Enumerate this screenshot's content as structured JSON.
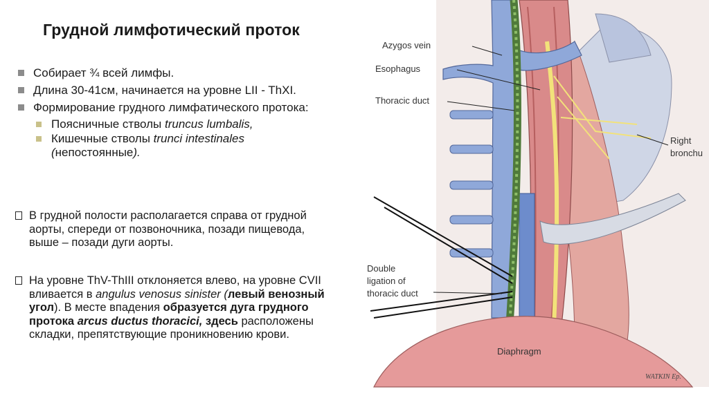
{
  "title": "Грудной лимфотический проток",
  "bullets": [
    "Собирает ¾ всей лимфы.",
    "Длина 30-41см, начинается на уровне LII - ThXI.",
    "Формирование грудного лимфатического протока:"
  ],
  "sub_bullets": [
    {
      "text": "Поясничные стволы ",
      "latin": "truncus lumbalis,"
    },
    {
      "text": "Кишечные стволы ",
      "latin": "trunci intestinales",
      "rest_open": "(",
      "rest": "непостоянные",
      "rest_close": ")."
    }
  ],
  "para1": "В грудной полости располагается справа от грудной аорты, спереди от позвоночника, позади пищевода, выше – позади дуги аорты.",
  "para2": {
    "t1": "На уровне ThV-ThIII отклоняется влево, на уровне CVII вливается в ",
    "latin1": "angulus venosus sinister (",
    "bold1": "левый венозный угол",
    "t2": "). В месте впадения ",
    "bold2": "образуется дуга грудного протока ",
    "bold_latin": "arcus ductus thoracici,",
    "bold3": " здесь",
    "t3": " расположены складки, препятствующие проникновению крови."
  },
  "illustration": {
    "labels": {
      "azygos": "Azygos vein",
      "esophagus": "Esophagus",
      "thoracic_duct": "Thoracic duct",
      "right_bronchus_1": "Right",
      "right_bronchus_2": "bronchu",
      "double_1": "Double",
      "double_2": "ligation of",
      "double_3": "thoracic duct",
      "diaphragm": "Diaphragm",
      "signature": "WATKIN Ep."
    },
    "colors": {
      "vein": "#8fa8d9",
      "esophagus": "#d98a8a",
      "duct": "#4f7a3a",
      "nerve": "#f2e27a",
      "diaphragm": "#e59a9a"
    }
  }
}
